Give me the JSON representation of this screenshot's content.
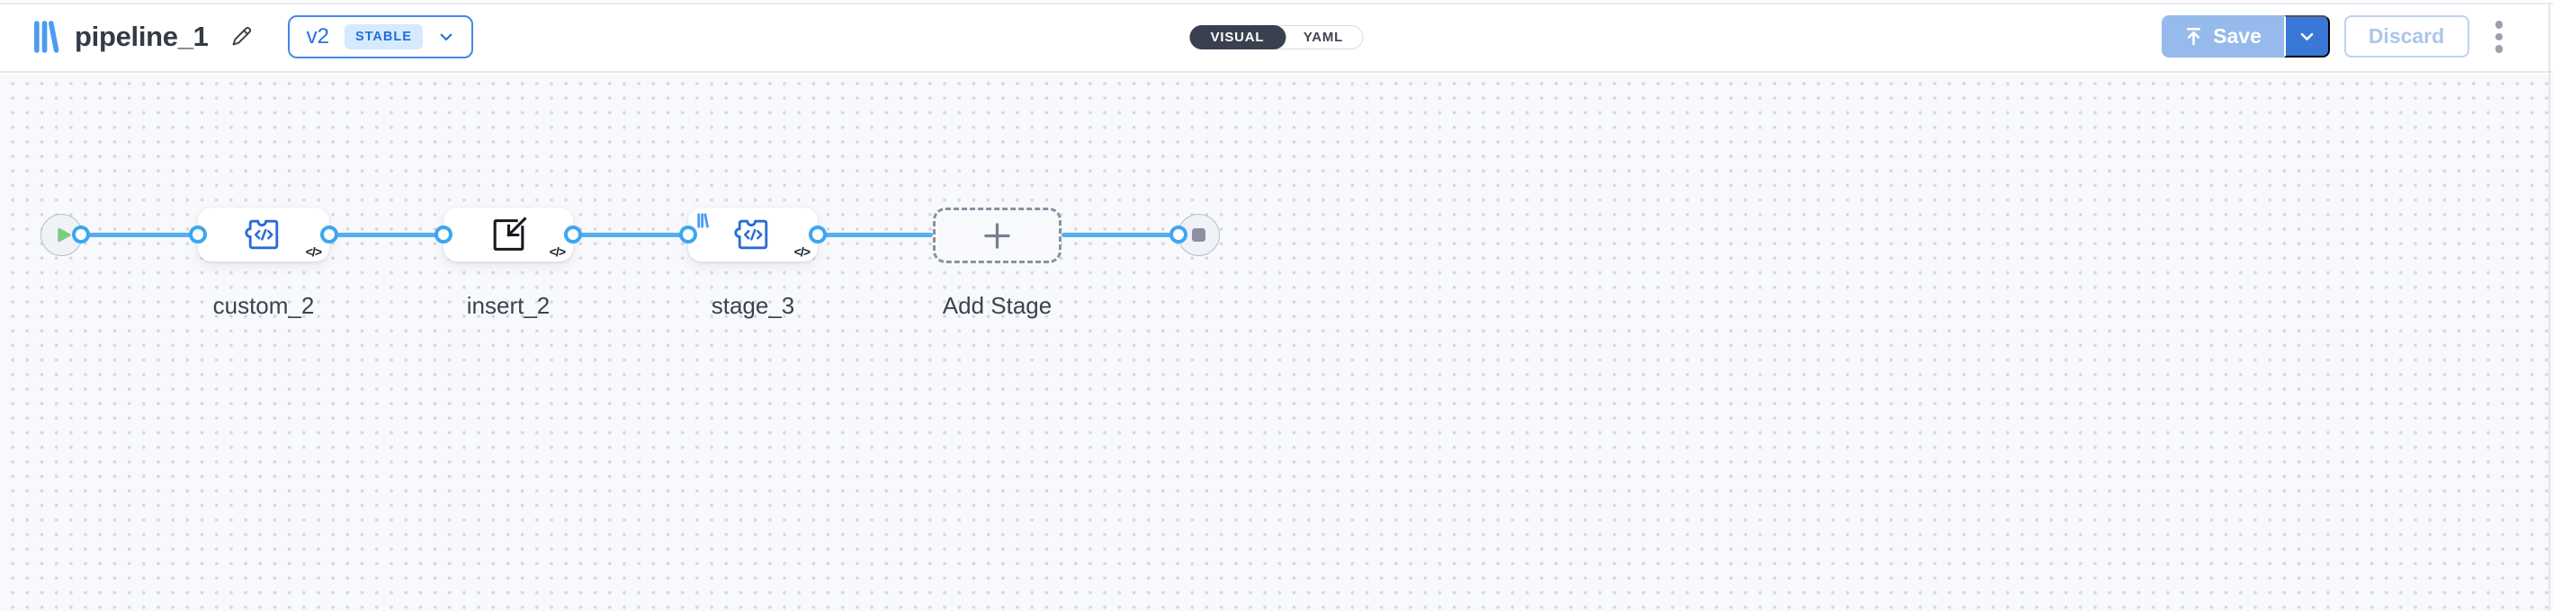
{
  "header": {
    "title": "pipeline_1",
    "version_selector": {
      "version": "v2",
      "status_badge": "STABLE"
    },
    "mode_toggle": {
      "visual_label": "VISUAL",
      "yaml_label": "YAML",
      "selected": "VISUAL"
    },
    "actions": {
      "save_label": "Save",
      "discard_label": "Discard"
    }
  },
  "canvas": {
    "start_node": "start",
    "end_node": "end",
    "stages": [
      {
        "label": "custom_2",
        "icon": "puzzle-code-icon",
        "corner_badge": "</>"
      },
      {
        "label": "insert_2",
        "icon": "import-square-icon",
        "corner_badge": "</>"
      },
      {
        "label": "stage_3",
        "icon": "puzzle-code-icon",
        "corner_badge": "</>",
        "marker": "brand-logo"
      }
    ],
    "add_stage": {
      "label": "Add Stage"
    }
  },
  "colors": {
    "accent_blue": "#3a78d8",
    "save_disabled_blue": "#95baeb",
    "connector_blue": "#55aef2",
    "port_blue": "#3da6f1",
    "icon_blue": "#2b6cd6",
    "logo_blue": "#4a9cf2",
    "stable_badge_bg": "#d5eafd",
    "stable_badge_text": "#1e6fd9",
    "toggle_dark": "#3a4050",
    "canvas_bg": "#f8f9fc",
    "canvas_dot": "#d6d8e0",
    "play_green": "#7bcc80",
    "stop_gray": "#8b90a3"
  }
}
